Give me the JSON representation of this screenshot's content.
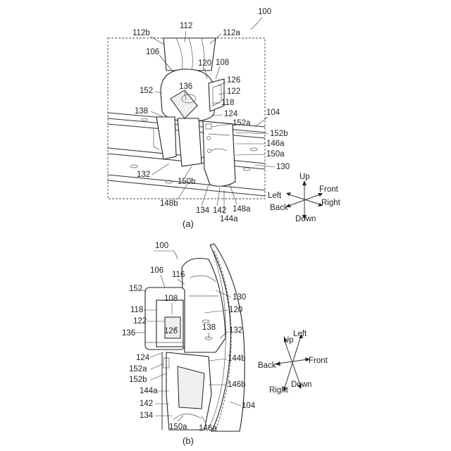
{
  "figure_a": {
    "ref": "100",
    "caption": "(a)",
    "labels": [
      "112b",
      "112",
      "112a",
      "106",
      "120",
      "108",
      "126",
      "136",
      "152",
      "122",
      "118",
      "138",
      "124",
      "152a",
      "104",
      "152b",
      "146a",
      "150a",
      "130",
      "132",
      "150b",
      "148b",
      "134",
      "142",
      "148a",
      "144a"
    ],
    "axes": {
      "up": "Up",
      "front": "Front",
      "left": "Left",
      "right": "Right",
      "back": "Back",
      "down": "Down"
    }
  },
  "figure_b": {
    "ref": "100",
    "caption": "(b)",
    "labels": [
      "106",
      "116",
      "152",
      "108",
      "130",
      "118",
      "120",
      "122",
      "126",
      "138",
      "136",
      "132",
      "124",
      "144b",
      "152a",
      "152b",
      "146b",
      "144a",
      "142",
      "104",
      "134",
      "150a",
      "146a"
    ],
    "axes": {
      "up": "Up",
      "left": "Left",
      "back": "Back",
      "front": "Front",
      "right": "Right",
      "down": "Down"
    }
  }
}
